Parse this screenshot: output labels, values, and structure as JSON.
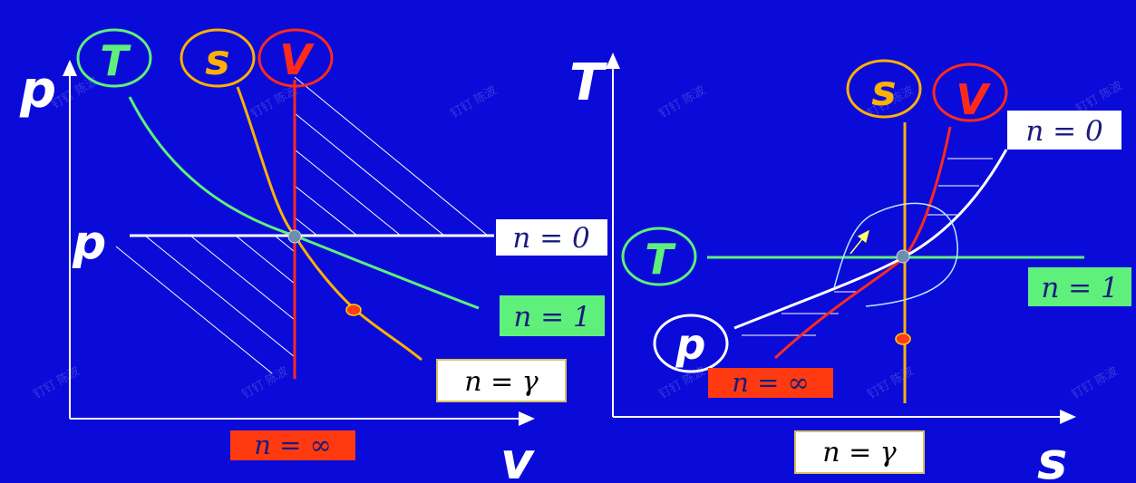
{
  "colors": {
    "background": "#0b0bd9",
    "isotherm": "#5ef07a",
    "isentrope": "#ffb000",
    "isochore": "#ff2a1a",
    "isobar": "#ffffff"
  },
  "watermark": "钉钉 陈波",
  "pv": {
    "y_axis_label": "p",
    "x_axis_label": "v",
    "p_level_label": "p",
    "circle_T": "T",
    "circle_s": "s",
    "circle_v": "V",
    "n0": "n = 0",
    "n1": "n = 1",
    "ngamma": "n = γ",
    "ninf": "n = ∞"
  },
  "ts": {
    "y_axis_label": "T",
    "x_axis_label": "s",
    "circle_T": "T",
    "circle_s": "s",
    "circle_v": "V",
    "circle_p": "p",
    "n0": "n = 0",
    "n1": "n = 1",
    "ngamma": "n = γ",
    "ninf": "n = ∞"
  }
}
